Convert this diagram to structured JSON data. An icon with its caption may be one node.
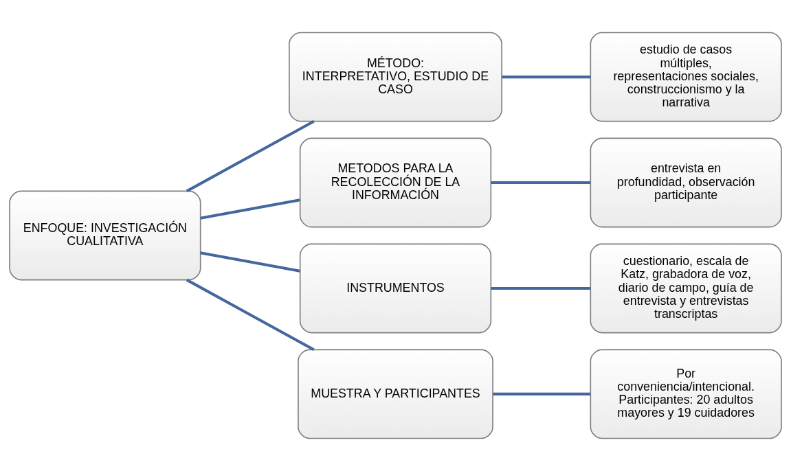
{
  "diagram": {
    "nodes": [
      {
        "text": [
          "ENFOQUE: INVESTIGACIÓN CUALITATIVA"
        ]
      },
      {
        "text": [
          "MÉTODO:",
          "INTERPRETATIVO, ESTUDIO DE CASO"
        ]
      },
      {
        "text": [
          "METODOS PARA LA RECOLECCIÓN DE LA INFORMACIÓN"
        ]
      },
      {
        "text": [
          "INSTRUMENTOS"
        ]
      },
      {
        "text": [
          "MUESTRA Y PARTICIPANTES"
        ]
      },
      {
        "text": [
          "estudio de casos múltiples, representaciones sociales, construccionismo y la narrativa"
        ]
      },
      {
        "text": [
          "entrevista en profundidad, observación participante"
        ]
      },
      {
        "text": [
          "cuestionario, escala de Katz, grabadora de voz, diario de campo, guía de entrevista y entrevistas transcriptas"
        ]
      },
      {
        "text": [
          "Por conveniencia/intencional.",
          "Participantes: 20 adultos mayores y 19 cuidadores"
        ]
      }
    ],
    "edges": [
      {
        "from": 0,
        "to": 1,
        "arrow": "none"
      },
      {
        "from": 0,
        "to": 2,
        "arrow": "none"
      },
      {
        "from": 0,
        "to": 3,
        "arrow": "none"
      },
      {
        "from": 0,
        "to": 4,
        "arrow": "none"
      },
      {
        "from": 1,
        "to": 5,
        "arrow": "none"
      },
      {
        "from": 2,
        "to": 6,
        "arrow": "none"
      },
      {
        "from": 3,
        "to": 7,
        "arrow": "none"
      },
      {
        "from": 4,
        "to": 8,
        "arrow": "none"
      }
    ]
  }
}
